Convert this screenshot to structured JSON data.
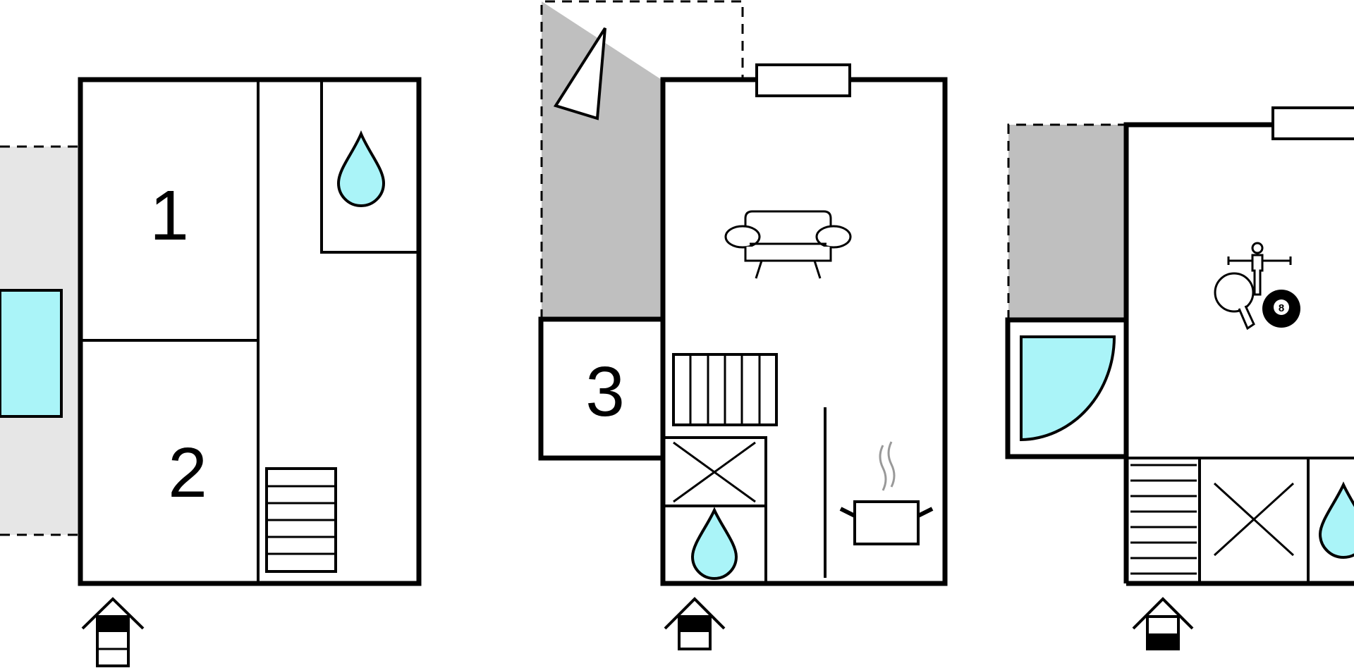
{
  "rooms": [
    {
      "label": "1"
    },
    {
      "label": "2"
    },
    {
      "label": "3"
    }
  ],
  "icons": {
    "billiard_ball": "8"
  },
  "colors": {
    "wall": "#000000",
    "terrace_light": "#e6e6e6",
    "terrace_dark": "#bfbfbf",
    "water": "#aaf4f8",
    "steam": "#999999"
  }
}
